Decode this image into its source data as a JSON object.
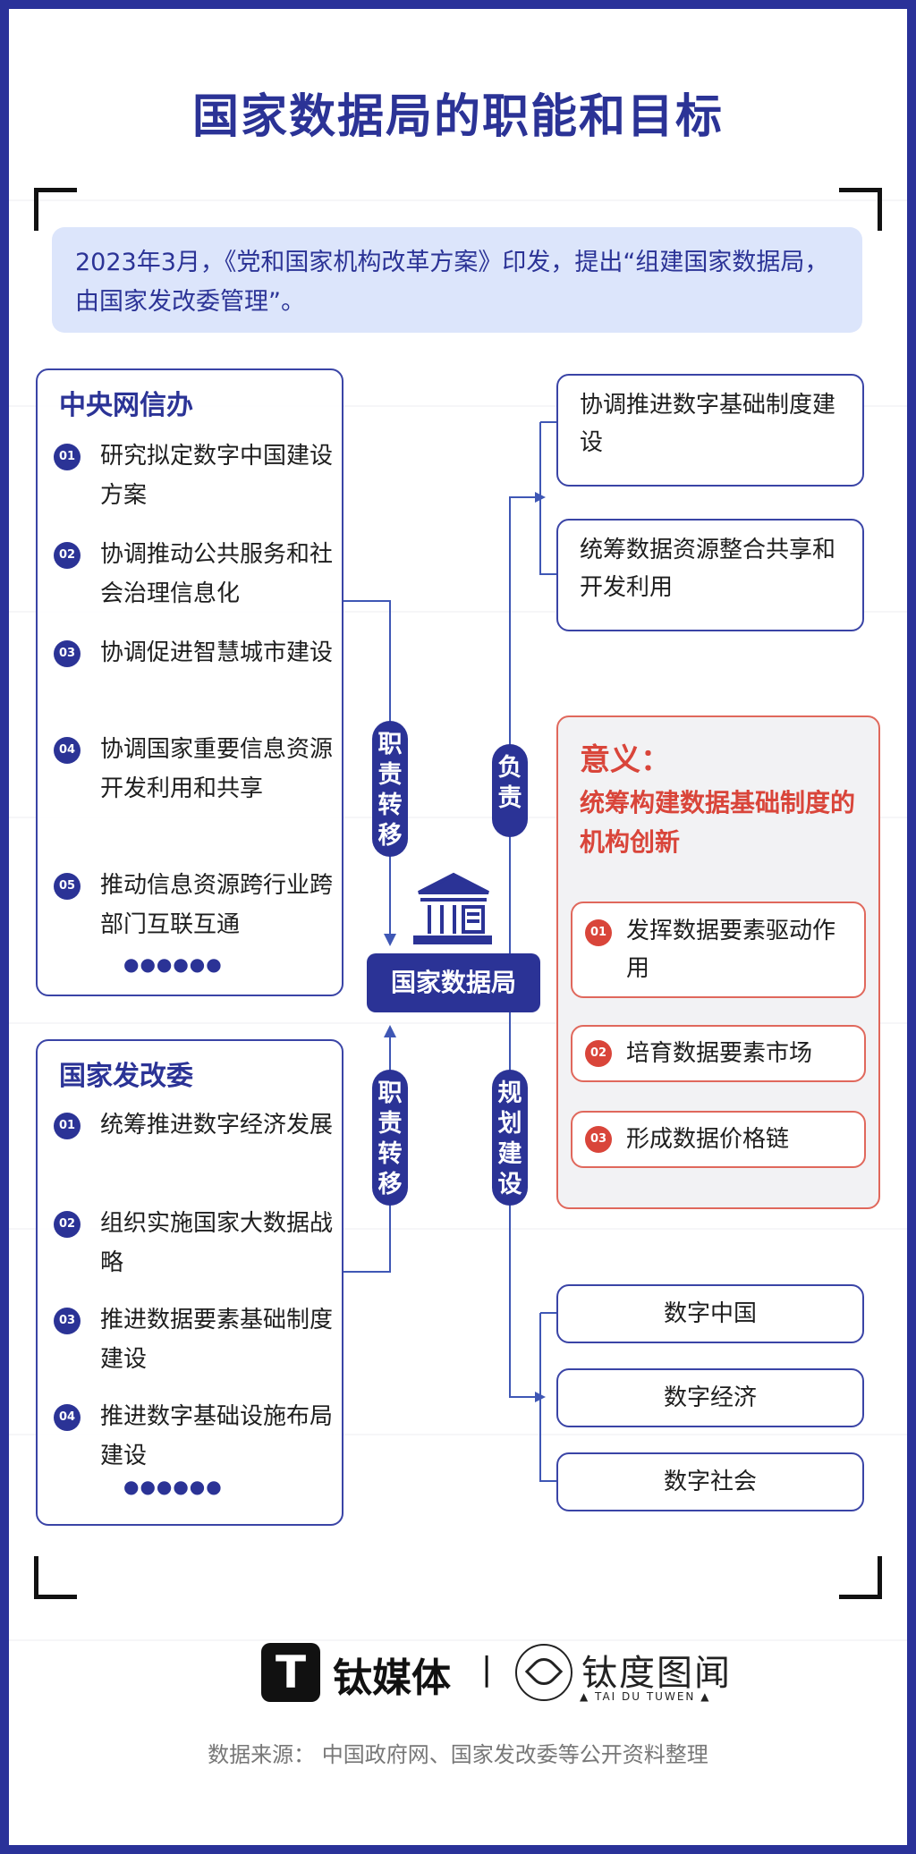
{
  "title": "国家数据局的职能和目标",
  "intro": "2023年3月，《党和国家机构改革方案》印发，提出“组建国家数据局，由国家发改委管理”。",
  "left_top": {
    "title": "中央网信办",
    "items": [
      {
        "num": "01",
        "text": "研究拟定数字中国建设方案"
      },
      {
        "num": "02",
        "text": "协调推动公共服务和社会治理信息化"
      },
      {
        "num": "03",
        "text": "协调促进智慧城市建设"
      },
      {
        "num": "04",
        "text": "协调国家重要信息资源开发利用和共享"
      },
      {
        "num": "05",
        "text": "推动信息资源跨行业跨部门互联互通"
      }
    ],
    "ellipsis": "●●●●●●"
  },
  "left_bottom": {
    "title": "国家发改委",
    "items": [
      {
        "num": "01",
        "text": "统筹推进数字经济发展"
      },
      {
        "num": "02",
        "text": "组织实施国家大数据战略"
      },
      {
        "num": "03",
        "text": "推进数据要素基础制度建设"
      },
      {
        "num": "04",
        "text": "推进数字基础设施布局建设"
      }
    ],
    "ellipsis": "●●●●●●"
  },
  "center": {
    "label": "国家数据局",
    "transfer_top": "职责转移",
    "transfer_bottom": "职责转移",
    "responsible": "负责",
    "planning": "规划建设"
  },
  "responsibilities": [
    "协调推进数字基础制度建设",
    "统筹数据资源整合共享和开发利用"
  ],
  "significance": {
    "heading": "意义：",
    "subheading": "统筹构建数据基础制度的机构创新",
    "items": [
      {
        "num": "01",
        "text": "发挥数据要素驱动作用"
      },
      {
        "num": "02",
        "text": "培育数据要素市场"
      },
      {
        "num": "03",
        "text": "形成数据价格链"
      }
    ]
  },
  "planning_items": [
    "数字中国",
    "数字经济",
    "数字社会"
  ],
  "footer": {
    "logo1": "钛媒体",
    "logo1_mark": "T",
    "separator": "|",
    "logo2": "钛度图闻",
    "logo2_sub": "▲ TAI DU TUWEN ▲",
    "source": "数据来源：  中国政府网、国家发改委等公开资料整理"
  },
  "colors": {
    "primary": "#2b3396",
    "accent_red": "#d9453a",
    "intro_bg": "#dce5fb",
    "border": "#2a3299"
  }
}
